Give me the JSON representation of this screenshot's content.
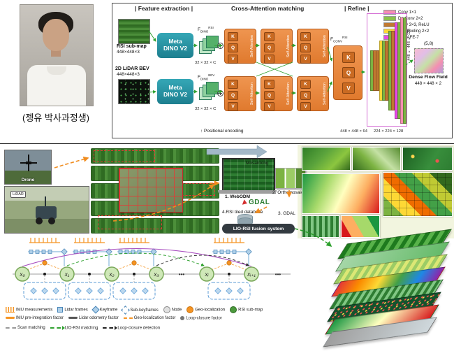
{
  "person": {
    "caption": "(젱유 박사과정생)"
  },
  "arch": {
    "headers": {
      "feature": "| Feature extraction |",
      "cross": "Cross-Attention matching",
      "refine": "| Refine |"
    },
    "legend": [
      {
        "label": "Conv 1×1",
        "color": "#f48fb1"
      },
      {
        "label": "De-Conv 2×2",
        "color": "#8bc34a"
      },
      {
        "label": "Conv 3×3, ReLU",
        "color": "#c07830"
      },
      {
        "label": "Max pooling 2×2",
        "color": "#fdd835"
      },
      {
        "label": "CARAFE-7",
        "color": "#e649e6"
      }
    ],
    "inputs": {
      "rsi_label": "RSI sub-map",
      "rsi_size": "448×448×3",
      "bev_label": "2D LiDAR BEV",
      "bev_size": "448×448×3"
    },
    "encoder": {
      "line1": "Meta",
      "line2": "DINO V2"
    },
    "feat": {
      "f": "F",
      "dino": "DINO",
      "conv": "CONV",
      "rsi": "RSI",
      "bev": "BEV"
    },
    "attn": {
      "k": "K",
      "q": "Q",
      "v": "V",
      "self_label": "Self-Attention"
    },
    "dims": {
      "rsi_out": "32 × 32 × C",
      "bev_out": "32 × 32 × C",
      "refine_b1": "448 × 448 × 64",
      "refine_b2": "224 × 224 × 128",
      "out_vertical": "448 × 448 × 128"
    },
    "positional": "↑ Positional encoding",
    "output": {
      "title": "Dense Flow Field",
      "size": "448 × 448 × 2",
      "coord": "(5,8)"
    }
  },
  "pipeline": {
    "drone_label": "Drone",
    "lidar_label": "LiDAR",
    "mosaicking": "Mosaicking",
    "webodm": "1. WebODM",
    "orthomosaics": "2. Orthomosaics",
    "gdal_logo": "GDAL",
    "rsi_db": "4.RSI tiled database",
    "gdal_step": "3. GDAL",
    "fusion": "LIO-RSI fusion system"
  },
  "graph": {
    "nodes": [
      "x₀",
      "x₁",
      "x₂",
      "x₃",
      "xᵢ",
      "xᵢ₊₁"
    ],
    "dots": "•••",
    "legend_row1": [
      {
        "label": "IMU measurements"
      },
      {
        "label": "Lidar frames"
      },
      {
        "label": "Keyframe"
      },
      {
        "label": "Sub-keyframes"
      },
      {
        "label": "Node"
      },
      {
        "label": "Geo-localization"
      },
      {
        "label": "RSI sub-map"
      }
    ],
    "legend_row2": [
      {
        "label": "IMU pre-integration factor"
      },
      {
        "label": "Lidar odometry factor"
      },
      {
        "label": "Geo-localization factor"
      },
      {
        "label": "Loop-closure factor"
      }
    ],
    "legend_row3": [
      {
        "label": "Scan matching"
      },
      {
        "label": "LIO-RSI matching"
      },
      {
        "label": "Loop-closure detection"
      }
    ]
  },
  "colors": {
    "attention_block": "#e8833a",
    "encoder_block": "#2596a6",
    "refine_border": "#d36bd3",
    "arrow_green": "#2fa12f",
    "node_green": "#cfe8b8",
    "imu_orange": "#f59423",
    "lidar_blue": "#7ab3d9"
  }
}
